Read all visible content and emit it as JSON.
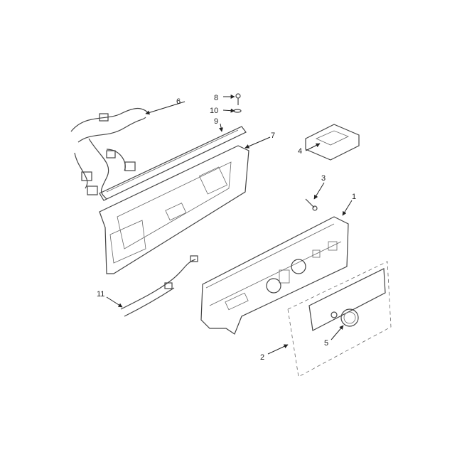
{
  "diagram": {
    "callouts": [
      {
        "id": "1",
        "text": "1"
      },
      {
        "id": "2",
        "text": "2"
      },
      {
        "id": "3",
        "text": "3"
      },
      {
        "id": "4",
        "text": "4"
      },
      {
        "id": "5",
        "text": "5"
      },
      {
        "id": "6",
        "text": "6"
      },
      {
        "id": "7",
        "text": "7"
      },
      {
        "id": "8",
        "text": "8"
      },
      {
        "id": "9",
        "text": "9"
      },
      {
        "id": "10",
        "text": "10"
      },
      {
        "id": "11",
        "text": "11"
      }
    ],
    "line_color": "#444444",
    "background": "#ffffff"
  }
}
